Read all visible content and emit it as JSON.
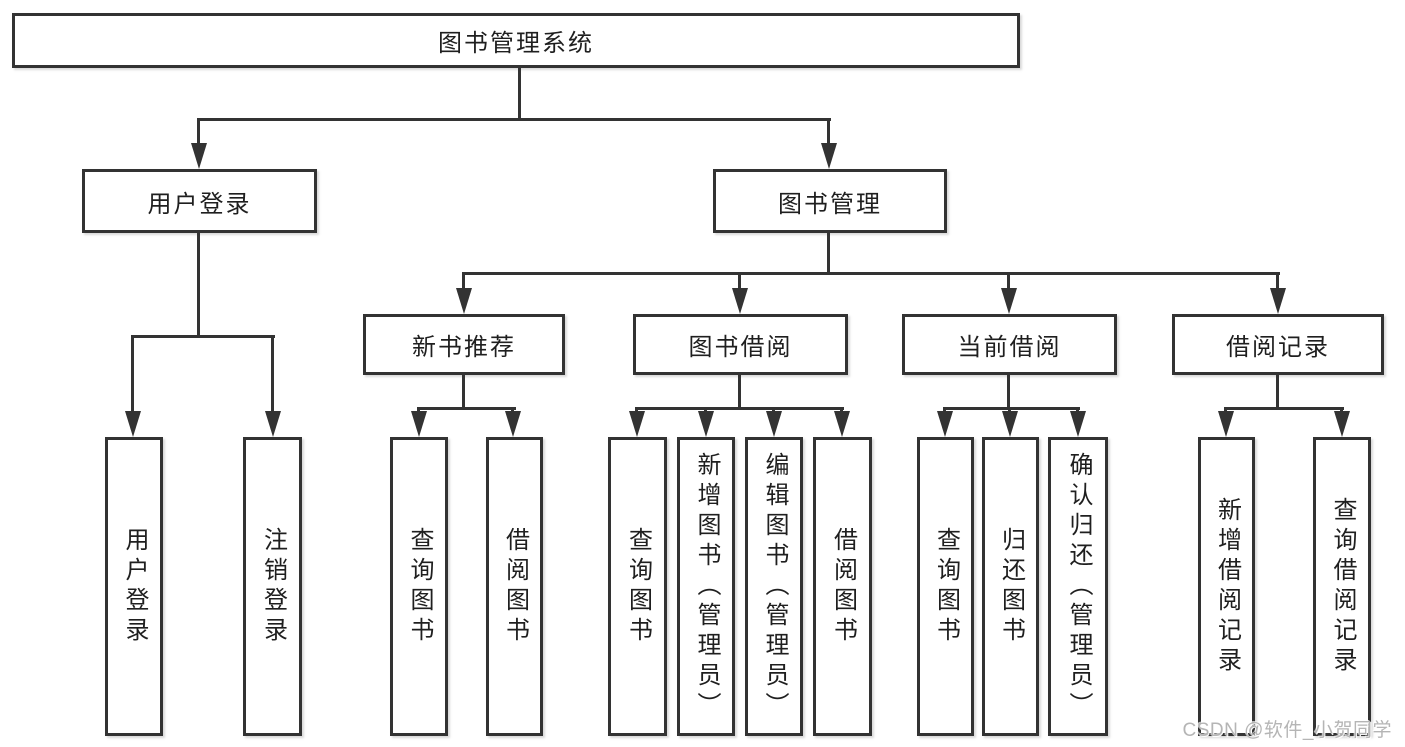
{
  "tree": {
    "root": "图书管理系统",
    "branches": [
      {
        "label": "用户登录",
        "children": [
          "用户登录",
          "注销登录"
        ]
      },
      {
        "label": "图书管理",
        "children": [
          {
            "label": "新书推荐",
            "children": [
              "查询图书",
              "借阅图书"
            ]
          },
          {
            "label": "图书借阅",
            "children": [
              "查询图书",
              "新增图书（管理员）",
              "编辑图书（管理员）",
              "借阅图书"
            ]
          },
          {
            "label": "当前借阅",
            "children": [
              "查询图书",
              "归还图书",
              "确认归还（管理员）"
            ]
          },
          {
            "label": "借阅记录",
            "children": [
              "新增借阅记录",
              "查询借阅记录"
            ]
          }
        ]
      }
    ]
  },
  "watermark": {
    "text": "CSDN @软件_小贺同学"
  },
  "colors": {
    "line": "#333333",
    "text": "#1f1f1f",
    "background": "#ffffff",
    "watermark": "#b5b5b5"
  }
}
